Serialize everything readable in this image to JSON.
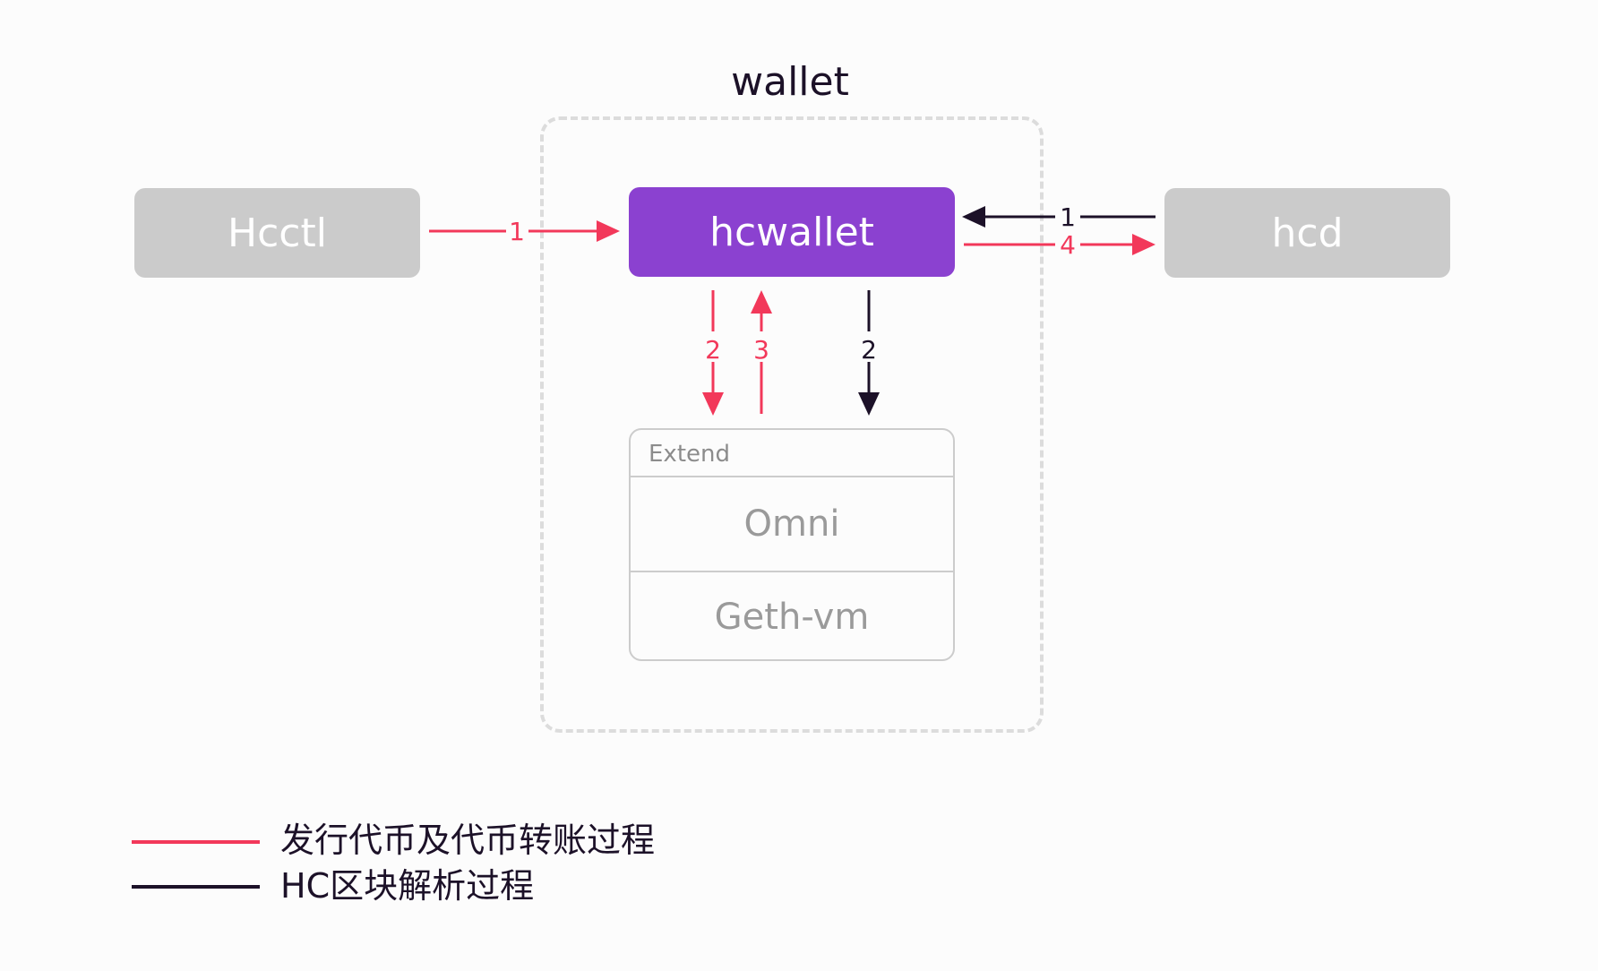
{
  "group": {
    "title": "wallet"
  },
  "nodes": {
    "hcctl": "Hcctl",
    "hcwallet": "hcwallet",
    "hcd": "hcd"
  },
  "extend": {
    "header": "Extend",
    "rows": [
      "Omni",
      "Geth-vm"
    ]
  },
  "edge_labels": {
    "hcctl_to_hcwallet": "1",
    "hcd_to_hcwallet": "1",
    "hcwallet_to_hcd": "4",
    "hcwallet_to_extend_red": "2",
    "extend_to_hcwallet": "3",
    "hcwallet_to_extend_black": "2"
  },
  "legend": [
    {
      "label": "发行代币及代币转账过程",
      "color": "#f2385a"
    },
    {
      "label": "HC区块解析过程",
      "color": "#1c1128"
    }
  ],
  "colors": {
    "red": "#f2385a",
    "black": "#1c1128",
    "purple": "#8b41d0",
    "gray": "#cbcbcb"
  }
}
